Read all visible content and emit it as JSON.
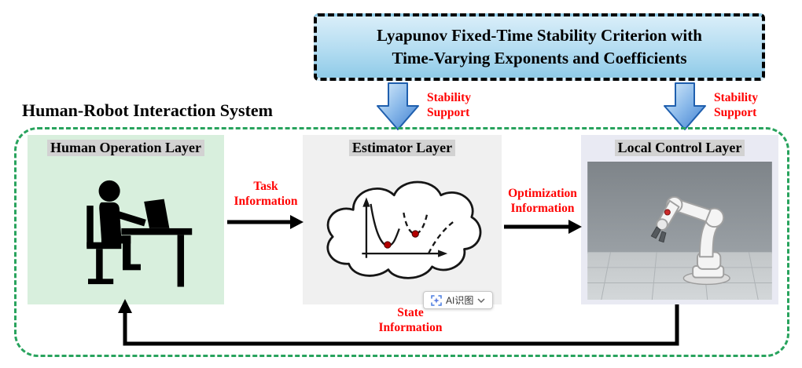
{
  "criterion_box": {
    "text": "Lyapunov Fixed-Time Stability Criterion with\nTime-Varying Exponents and Coefficients"
  },
  "system_title": "Human-Robot Interaction System",
  "layers": {
    "human_operation": {
      "title": "Human Operation Layer"
    },
    "estimator": {
      "title": "Estimator Layer"
    },
    "local_control": {
      "title": "Local Control Layer"
    }
  },
  "connector_labels": {
    "stability_left": "Stability\nSupport",
    "stability_right": "Stability\nSupport",
    "task": "Task\nInformation",
    "optimization": "Optimization\nInformation",
    "state": "State\nInformation"
  },
  "overlay_button": {
    "label": "AI识图"
  },
  "icons": {
    "stability_arrow": "block-arrow-down",
    "ai_scan": "ai-scan-frame",
    "chevron": "chevron-down",
    "human_figure": "person-at-desk-silhouette",
    "estimator_figure": "cloud-with-curves",
    "control_figure": "robot-arm"
  },
  "colors": {
    "accent_red": "#ff0000",
    "frame_green": "#28a35d",
    "criterion_fill_top": "#d9eef9",
    "criterion_fill_bottom": "#8fcbe8",
    "arrow_blue_light": "#d9ecfa",
    "arrow_blue_dark": "#4a86d8",
    "human_layer_bg": "#d8efdd",
    "estimator_layer_bg": "#f0f0f0",
    "control_layer_bg": "#e9eaf3",
    "title_highlight": "#d2d2d2"
  }
}
